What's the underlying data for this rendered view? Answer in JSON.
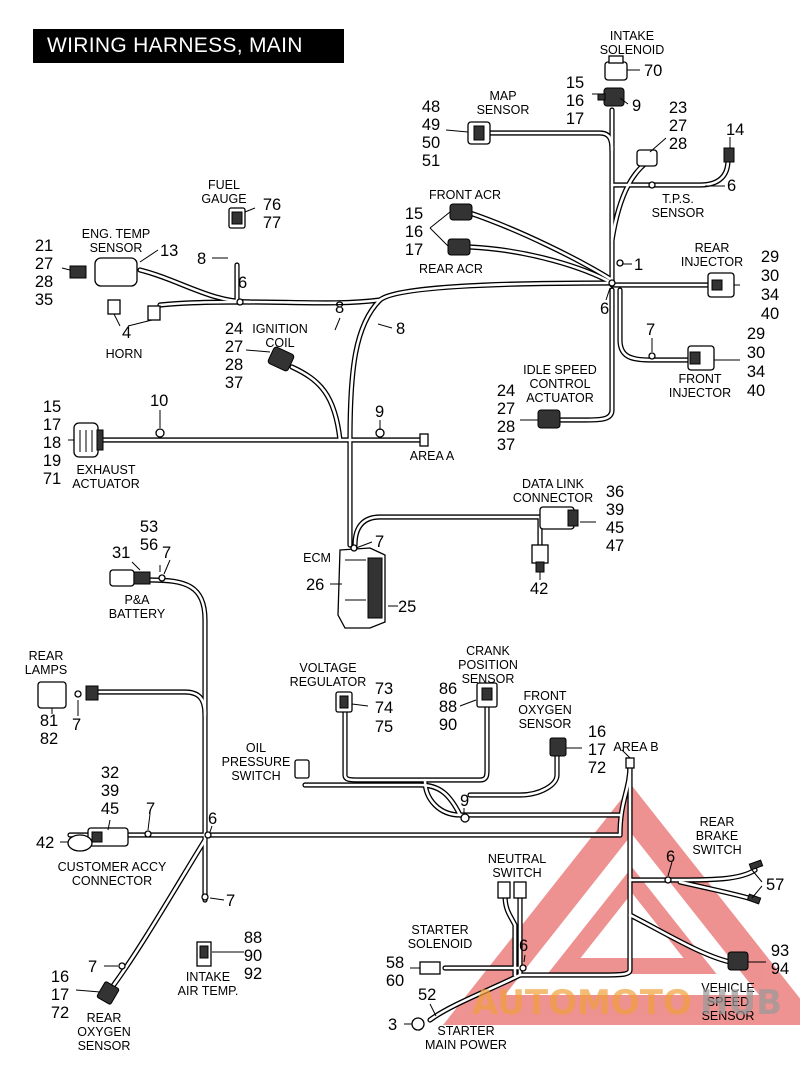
{
  "title": "WIRING HARNESS, MAIN",
  "labels": {
    "intake_solenoid": [
      "INTAKE",
      "SOLENOID"
    ],
    "map_sensor": [
      "MAP",
      "SENSOR"
    ],
    "fuel_gauge": [
      "FUEL",
      "GAUGE"
    ],
    "eng_temp_sensor": [
      "ENG. TEMP",
      "SENSOR"
    ],
    "horn": [
      "HORN"
    ],
    "front_acr": [
      "FRONT ACR"
    ],
    "rear_acr": [
      "REAR ACR"
    ],
    "tps_sensor": [
      "T.P.S.",
      "SENSOR"
    ],
    "rear_injector": [
      "REAR",
      "INJECTOR"
    ],
    "ignition_coil": [
      "IGNITION",
      "COIL"
    ],
    "idle_speed": [
      "IDLE SPEED",
      "CONTROL",
      "ACTUATOR"
    ],
    "front_injector": [
      "FRONT",
      "INJECTOR"
    ],
    "exhaust_actuator": [
      "EXHAUST",
      "ACTUATOR"
    ],
    "area_a": [
      "AREA A"
    ],
    "data_link": [
      "DATA LINK",
      "CONNECTOR"
    ],
    "ecm": [
      "ECM"
    ],
    "pa_battery": [
      "P&A",
      "BATTERY"
    ],
    "rear_lamps": [
      "REAR",
      "LAMPS"
    ],
    "voltage_regulator": [
      "VOLTAGE",
      "REGULATOR"
    ],
    "crank_position": [
      "CRANK",
      "POSITION",
      "SENSOR"
    ],
    "front_oxygen": [
      "FRONT",
      "OXYGEN",
      "SENSOR"
    ],
    "oil_pressure": [
      "OIL",
      "PRESSURE",
      "SWITCH"
    ],
    "area_b": [
      "AREA B"
    ],
    "customer_accy": [
      "CUSTOMER ACCY",
      "CONNECTOR"
    ],
    "rear_brake": [
      "REAR",
      "BRAKE",
      "SWITCH"
    ],
    "neutral_switch": [
      "NEUTRAL",
      "SWITCH"
    ],
    "starter_solenoid": [
      "STARTER",
      "SOLENOID"
    ],
    "intake_air_temp": [
      "INTAKE",
      "AIR TEMP."
    ],
    "rear_oxygen": [
      "REAR",
      "OXYGEN",
      "SENSOR"
    ],
    "starter_main_power": [
      "STARTER",
      "MAIN POWER"
    ],
    "vehicle_speed": [
      "VEHICLE",
      "SPEED",
      "SENSOR"
    ]
  },
  "callouts": {
    "intake_solenoid": "70",
    "solenoid_tie": "9",
    "solenoid_conn": [
      "15",
      "16",
      "17"
    ],
    "map_sensor": [
      "48",
      "49",
      "50",
      "51"
    ],
    "tps_group": [
      "23",
      "27",
      "28"
    ],
    "tps_top": "14",
    "tps_clip": "6",
    "fuel_gauge": [
      "76",
      "77"
    ],
    "eng_temp_conn": [
      "21",
      "27",
      "28",
      "35"
    ],
    "eng_temp_sensor": "13",
    "clip8_fuel": "8",
    "clip6_temp": "6",
    "horn": "4",
    "acr": [
      "15",
      "16",
      "17"
    ],
    "tie1": "1",
    "clip6_center": "6",
    "rear_injector": [
      "29",
      "30",
      "34",
      "40"
    ],
    "clip8_mid": "8",
    "clip8_right": "8",
    "ignition_coil": [
      "24",
      "27",
      "28",
      "37"
    ],
    "clip7_front_inj": "7",
    "front_injector": [
      "29",
      "30",
      "34",
      "40"
    ],
    "exhaust_actuator": [
      "15",
      "17",
      "18",
      "19",
      "71"
    ],
    "clip10": "10",
    "clip9_area_a": "9",
    "idle_speed": [
      "24",
      "27",
      "28",
      "37"
    ],
    "data_link": [
      "36",
      "39",
      "45",
      "47"
    ],
    "data_link_lower": "42",
    "ecm_clip": "7",
    "ecm_left": "26",
    "ecm_right": "25",
    "pa_battery_left": "31",
    "pa_battery_stack": [
      "53",
      "56"
    ],
    "pa_battery_clip": "7",
    "rear_lamps": [
      "81",
      "82"
    ],
    "rear_lamps_clip": "7",
    "voltage_regulator": [
      "73",
      "74",
      "75"
    ],
    "crank_position": [
      "86",
      "88",
      "90"
    ],
    "front_oxygen": [
      "16",
      "17",
      "72"
    ],
    "clip9_oil": "9",
    "customer_accy_top": [
      "32",
      "39",
      "45"
    ],
    "customer_accy_left": "42",
    "customer_accy_clip": "7",
    "junction6": "6",
    "rear_brake_clip": "6",
    "rear_brake": "57",
    "clip7_iat": "7",
    "intake_air_temp": [
      "88",
      "90",
      "92"
    ],
    "rear_oxygen_clip": "7",
    "rear_oxygen": [
      "16",
      "17",
      "72"
    ],
    "starter_solenoid": [
      "58",
      "60"
    ],
    "starter_clip": "6",
    "starter_main_power": "52",
    "starter_ring": "3",
    "vehicle_speed": [
      "93",
      "94"
    ]
  },
  "watermark": {
    "text_orange": "AUTOMOTO",
    "text_grey": "HUB",
    "orange": "#f2a03c",
    "red": "#e03838",
    "grey": "#9a9a9a"
  }
}
